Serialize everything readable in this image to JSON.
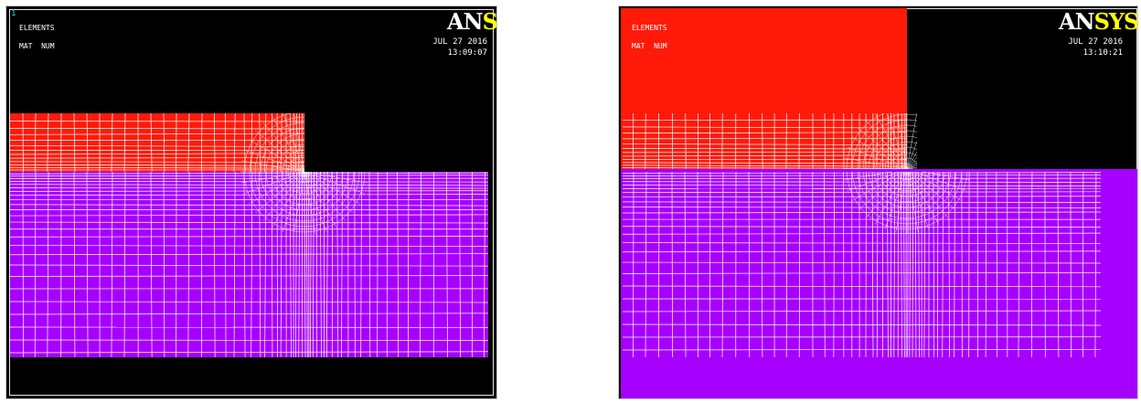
{
  "colors": {
    "background": "#000000",
    "material_1": "#ff1a0a",
    "material_2": "#a600ff",
    "mesh_lines": "#ffffff",
    "logo_an": "#ffffff",
    "logo_sys": "#ffff00",
    "window_number": "#00e0e0"
  },
  "panels": [
    {
      "window_number": "1",
      "plot_label": "ELEMENTS",
      "numbering_label": "MAT  NUM",
      "logo_an": "AN",
      "logo_sys": "SYS",
      "date": "JUL 27 2016",
      "time": "13:09:07"
    },
    {
      "window_number": "",
      "plot_label": "ELEMENTS",
      "numbering_label": "MAT  NUM",
      "logo_an": "AN",
      "logo_sys": "SYS",
      "date": "JUL 27 2016",
      "time": "13:10:21"
    }
  ]
}
